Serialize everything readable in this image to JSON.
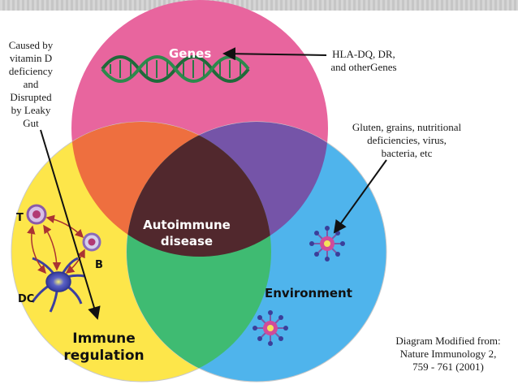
{
  "circles": {
    "genes": {
      "label": "Genes",
      "color": "#e8659e"
    },
    "immune": {
      "label_line1": "Immune",
      "label_line2": "regulation",
      "color": "#fde64a"
    },
    "environment": {
      "label": "Environment",
      "color": "#4fb4ec"
    }
  },
  "overlaps": {
    "genes_immune": "#ee6f3f",
    "genes_environment": "#7554a8",
    "immune_environment": "#3fbb72",
    "center_line1": "Autoimmune",
    "center_line2": "disease",
    "center_color": "#51282d"
  },
  "cells": {
    "t_cell": "T",
    "b_cell": "B",
    "dc_cell": "DC"
  },
  "annotations": {
    "vitamin_d": [
      "Caused by",
      "vitamin D",
      "deficiency",
      "and",
      "Disrupted",
      "by Leaky",
      "Gut"
    ],
    "hla": [
      "HLA-DQ, DR,",
      "and otherGenes"
    ],
    "gluten": [
      "Gluten, grains, nutritional",
      "deficiencies, virus,",
      "bacteria, etc"
    ],
    "source": [
      "Diagram Modified from:",
      "Nature Immunology  2,",
      "759 - 761 (2001)"
    ]
  }
}
